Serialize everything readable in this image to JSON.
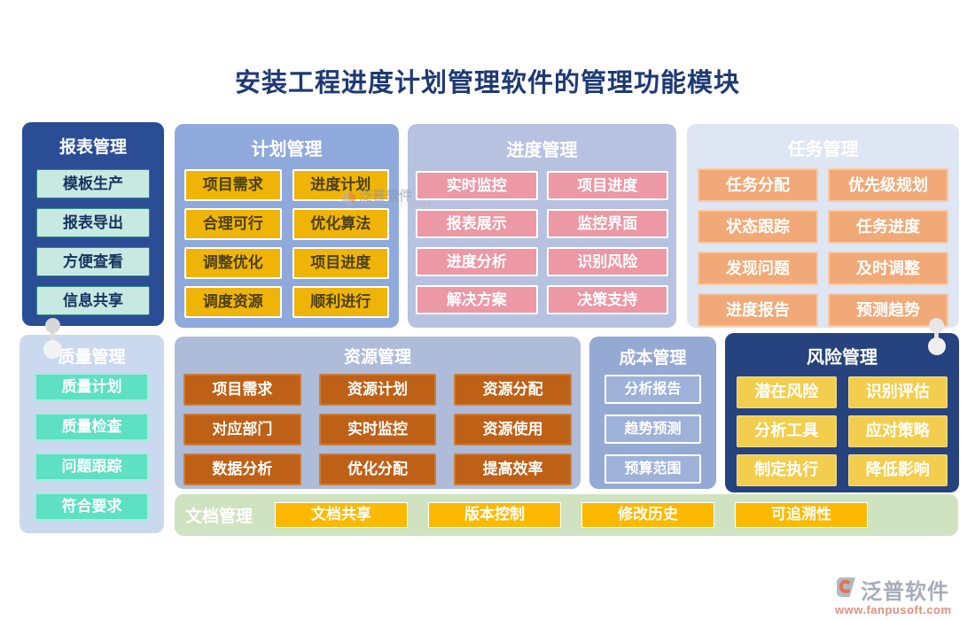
{
  "title": "安装工程进度计划管理软件的管理功能模块",
  "panels": {
    "report": {
      "title": "报表管理",
      "items": [
        "模板生产",
        "报表导出",
        "方便查看",
        "信息共享"
      ]
    },
    "plan": {
      "title": "计划管理",
      "items": [
        "项目需求",
        "进度计划",
        "合理可行",
        "优化算法",
        "调整优化",
        "项目进度",
        "调度资源",
        "顺利进行"
      ]
    },
    "progress": {
      "title": "进度管理",
      "items": [
        "实时监控",
        "项目进度",
        "报表展示",
        "监控界面",
        "进度分析",
        "识别风险",
        "解决方案",
        "决策支持"
      ]
    },
    "task": {
      "title": "任务管理",
      "items": [
        "任务分配",
        "优先级规划",
        "状态跟踪",
        "任务进度",
        "发现问题",
        "及时调整",
        "进度报告",
        "预测趋势"
      ]
    },
    "quality": {
      "title": "质量管理",
      "items": [
        "质量计划",
        "质量检查",
        "问题跟踪",
        "符合要求"
      ]
    },
    "resource": {
      "title": "资源管理",
      "items": [
        "项目需求",
        "资源计划",
        "资源分配",
        "对应部门",
        "实时监控",
        "资源使用",
        "数据分析",
        "优化分配",
        "提高效率"
      ]
    },
    "cost": {
      "title": "成本管理",
      "items": [
        "分析报告",
        "趋势预测",
        "预算范围"
      ]
    },
    "risk": {
      "title": "风险管理",
      "items": [
        "潜在风险",
        "识别评估",
        "分析工具",
        "应对策略",
        "制定执行",
        "降低影响"
      ]
    },
    "document": {
      "title": "文档管理",
      "items": [
        "文档共享",
        "版本控制",
        "修改历史",
        "可追溯性"
      ]
    }
  },
  "watermark": {
    "name": "泛普软件",
    "subtext": "FANPU SOFTWARE"
  },
  "logo": {
    "name": "泛普软件",
    "url": "www.fanpusoft.com"
  },
  "colors": {
    "title_text": "#1d3a73",
    "report_panel": "#2b4d96",
    "report_button": "#c7e9e1",
    "plan_panel": "#8fa9dd",
    "plan_button": "#efb406",
    "progress_panel": "#b6c2e0",
    "progress_button": "#ec98a5",
    "task_panel": "#dee5f3",
    "task_button": "#f1a977",
    "quality_panel": "#cbd9ef",
    "quality_button": "#5ee0c2",
    "resource_panel": "#aebcd9",
    "resource_button": "#bf6017",
    "cost_panel": "#94a9d4",
    "risk_panel": "#27437f",
    "risk_button": "#f3ce4e",
    "doc_bar": "#cfe3c0",
    "doc_button": "#fcb900"
  }
}
